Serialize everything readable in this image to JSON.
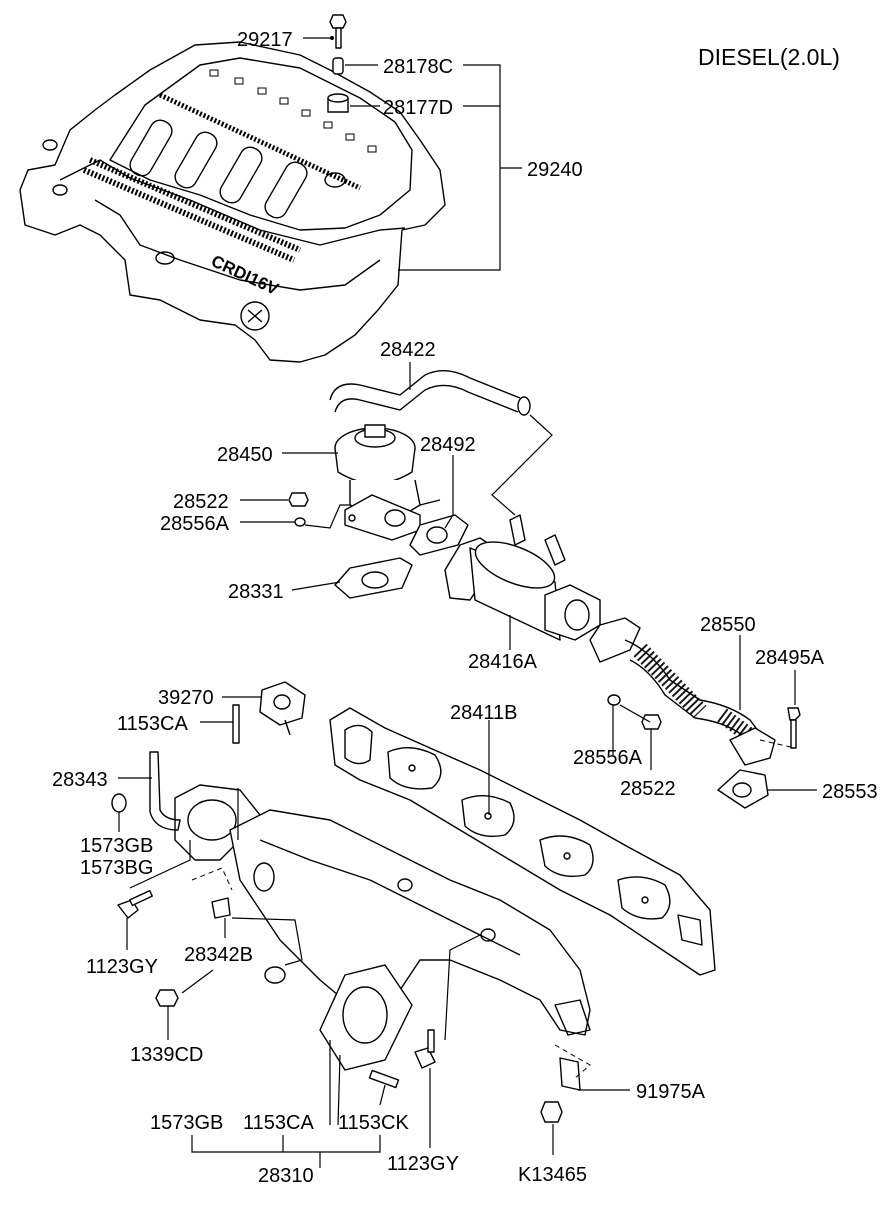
{
  "title": "DIESEL(2.0L)",
  "engine_cover_text": "CRDI16V",
  "parts": [
    {
      "id": "29217"
    },
    {
      "id": "28178C"
    },
    {
      "id": "28177D"
    },
    {
      "id": "29240"
    },
    {
      "id": "28422"
    },
    {
      "id": "28450"
    },
    {
      "id": "28492"
    },
    {
      "id": "28522"
    },
    {
      "id": "28556A"
    },
    {
      "id": "28331"
    },
    {
      "id": "28416A"
    },
    {
      "id": "28550"
    },
    {
      "id": "28495A"
    },
    {
      "id": "39270"
    },
    {
      "id": "1153CA"
    },
    {
      "id": "28411B"
    },
    {
      "id": "28343"
    },
    {
      "id": "1573GB"
    },
    {
      "id": "1573BG"
    },
    {
      "id": "28556A"
    },
    {
      "id": "28522"
    },
    {
      "id": "28553"
    },
    {
      "id": "1123GY"
    },
    {
      "id": "28342B"
    },
    {
      "id": "1339CD"
    },
    {
      "id": "1123GY"
    },
    {
      "id": "91975A"
    },
    {
      "id": "1573GB"
    },
    {
      "id": "1153CA"
    },
    {
      "id": "1153CK"
    },
    {
      "id": "28310"
    },
    {
      "id": "K13465"
    }
  ]
}
